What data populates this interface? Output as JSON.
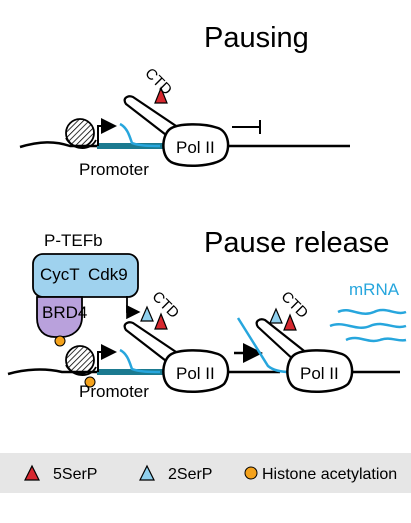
{
  "panels": {
    "pausing": {
      "title": "Pausing",
      "pol_label": "Pol II",
      "ctd_label": "CTD",
      "promoter_label": "Promoter"
    },
    "release": {
      "title": "Pause release",
      "ptefb_label": "P-TEFb",
      "cyct_label": "CycT",
      "cdk9_label": "Cdk9",
      "brd4_label": "BRD4",
      "pol_label_1": "Pol II",
      "pol_label_2": "Pol II",
      "ctd_label_1": "CTD",
      "ctd_label_2": "CTD",
      "promoter_label": "Promoter",
      "mrna_label": "mRNA"
    }
  },
  "legend": {
    "items": [
      {
        "label": "5SerP",
        "symbol": "triangle",
        "color": "#d7282f"
      },
      {
        "label": "2SerP",
        "symbol": "triangle",
        "color": "#8fd0ee"
      },
      {
        "label": "Histone acetylation",
        "symbol": "circle",
        "color": "#f4a21c"
      }
    ]
  },
  "colors": {
    "promoter": "#1b7a90",
    "rna": "#27a6dd",
    "ptefb_fill": "#9fd2ee",
    "brd4_fill": "#b9a1dc",
    "legend_bg": "#e6e6e6"
  }
}
